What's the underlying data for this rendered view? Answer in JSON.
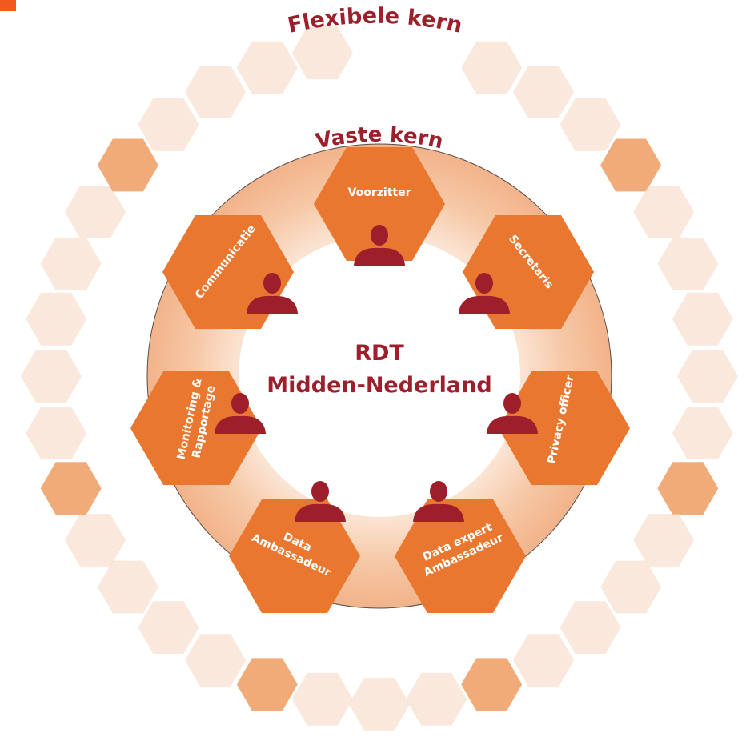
{
  "titles": {
    "outer": "Flexibele kern",
    "inner": "Vaste kern"
  },
  "center": {
    "line1": "RDT",
    "line2": "Midden-Nederland"
  },
  "roles": [
    {
      "id": "voorzitter",
      "label": [
        "Voorzitter"
      ]
    },
    {
      "id": "secretaris",
      "label": [
        "Secretaris"
      ]
    },
    {
      "id": "privacy-officer",
      "label": [
        "Privacy officer"
      ]
    },
    {
      "id": "data-expert-ambassadeur",
      "label": [
        "Data expert",
        "Ambassadeur"
      ]
    },
    {
      "id": "data-ambassadeur",
      "label": [
        "Data",
        "Ambassadeur"
      ]
    },
    {
      "id": "monitoring-rapportage",
      "label": [
        "Monitoring &",
        "Rapportage"
      ]
    },
    {
      "id": "communicatie",
      "label": [
        "Communicatie"
      ]
    }
  ],
  "colors": {
    "hex_fill": "#e9772f",
    "person_fill": "#9c1f2b",
    "title_color": "#9c1f2b",
    "outer_hex_light": "#f7d9c4",
    "outer_hex_accent": "#f0a772",
    "inner_ring": "#f3b58c",
    "corner_tab": "#f05a1e"
  },
  "icons": {
    "person": "person-icon",
    "hexagon": "hexagon-shape"
  }
}
